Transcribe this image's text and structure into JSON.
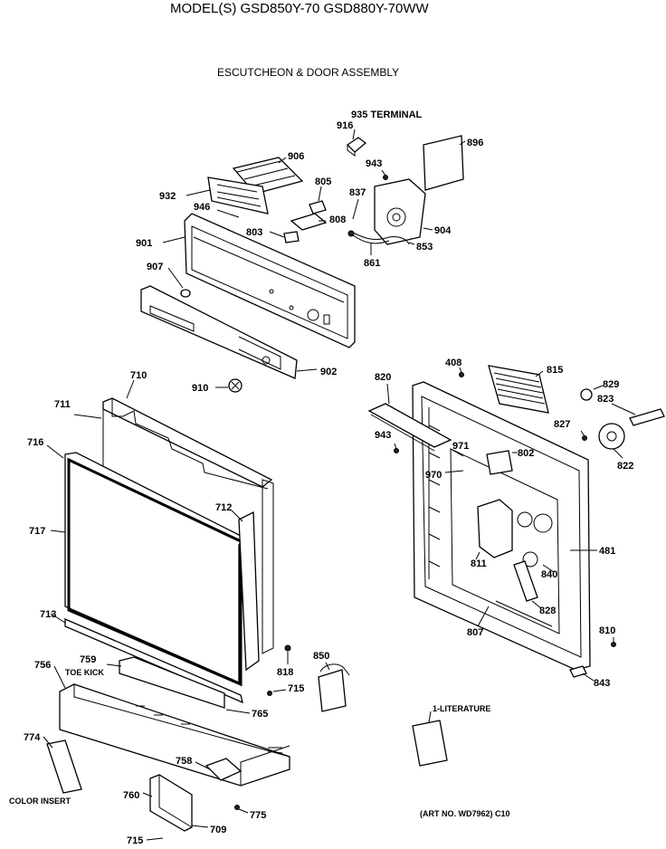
{
  "header": {
    "model_line": "MODEL(S) GSD850Y-70  GSD880Y-70WW",
    "section_title": "ESCUTCHEON & DOOR ASSEMBLY"
  },
  "callouts": {
    "c935": "935 TERMINAL",
    "c916": "916",
    "c896": "896",
    "c906": "906",
    "c943a": "943",
    "c805": "805",
    "c837": "837",
    "c932": "932",
    "c946": "946",
    "c808": "808",
    "c803": "803",
    "c904": "904",
    "c901": "901",
    "c853": "853",
    "c861": "861",
    "c907": "907",
    "c902": "902",
    "c910": "910",
    "c710": "710",
    "c711": "711",
    "c716": "716",
    "c717": "717",
    "c712": "712",
    "c713": "713",
    "c818": "818",
    "c756": "756",
    "c759": "759",
    "toe_kick": "TOE KICK",
    "c715a": "715",
    "c765": "765",
    "c850": "850",
    "c774": "774",
    "c758": "758",
    "color_insert": "COLOR INSERT",
    "c760": "760",
    "c775": "775",
    "c715b": "715",
    "c709": "709",
    "c408": "408",
    "c815": "815",
    "c820": "820",
    "c829": "829",
    "c823": "823",
    "c827": "827",
    "c943b": "943",
    "c971": "971",
    "c802": "802",
    "c822": "822",
    "c970": "970",
    "c481": "481",
    "c811": "811",
    "c840": "840",
    "c828": "828",
    "c807": "807",
    "c810": "810",
    "c843": "843",
    "literature": "1-LITERATURE",
    "art_no": "(ART NO. WD7962) C10"
  }
}
